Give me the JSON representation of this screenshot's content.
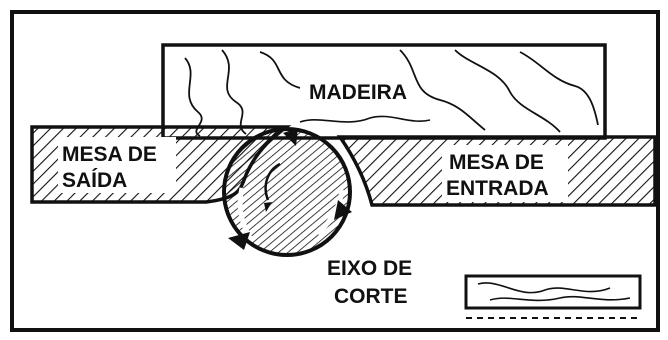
{
  "diagram": {
    "labels": {
      "wood": "MADEIRA",
      "outfeed_line1": "MESA DE",
      "outfeed_line2": "SAÍDA",
      "infeed_line1": "MESA DE",
      "infeed_line2": "ENTRADA",
      "cutterhead_line1": "EIXO DE",
      "cutterhead_line2": "CORTE"
    },
    "colors": {
      "ink": "#111111",
      "paper": "#ffffff"
    }
  }
}
